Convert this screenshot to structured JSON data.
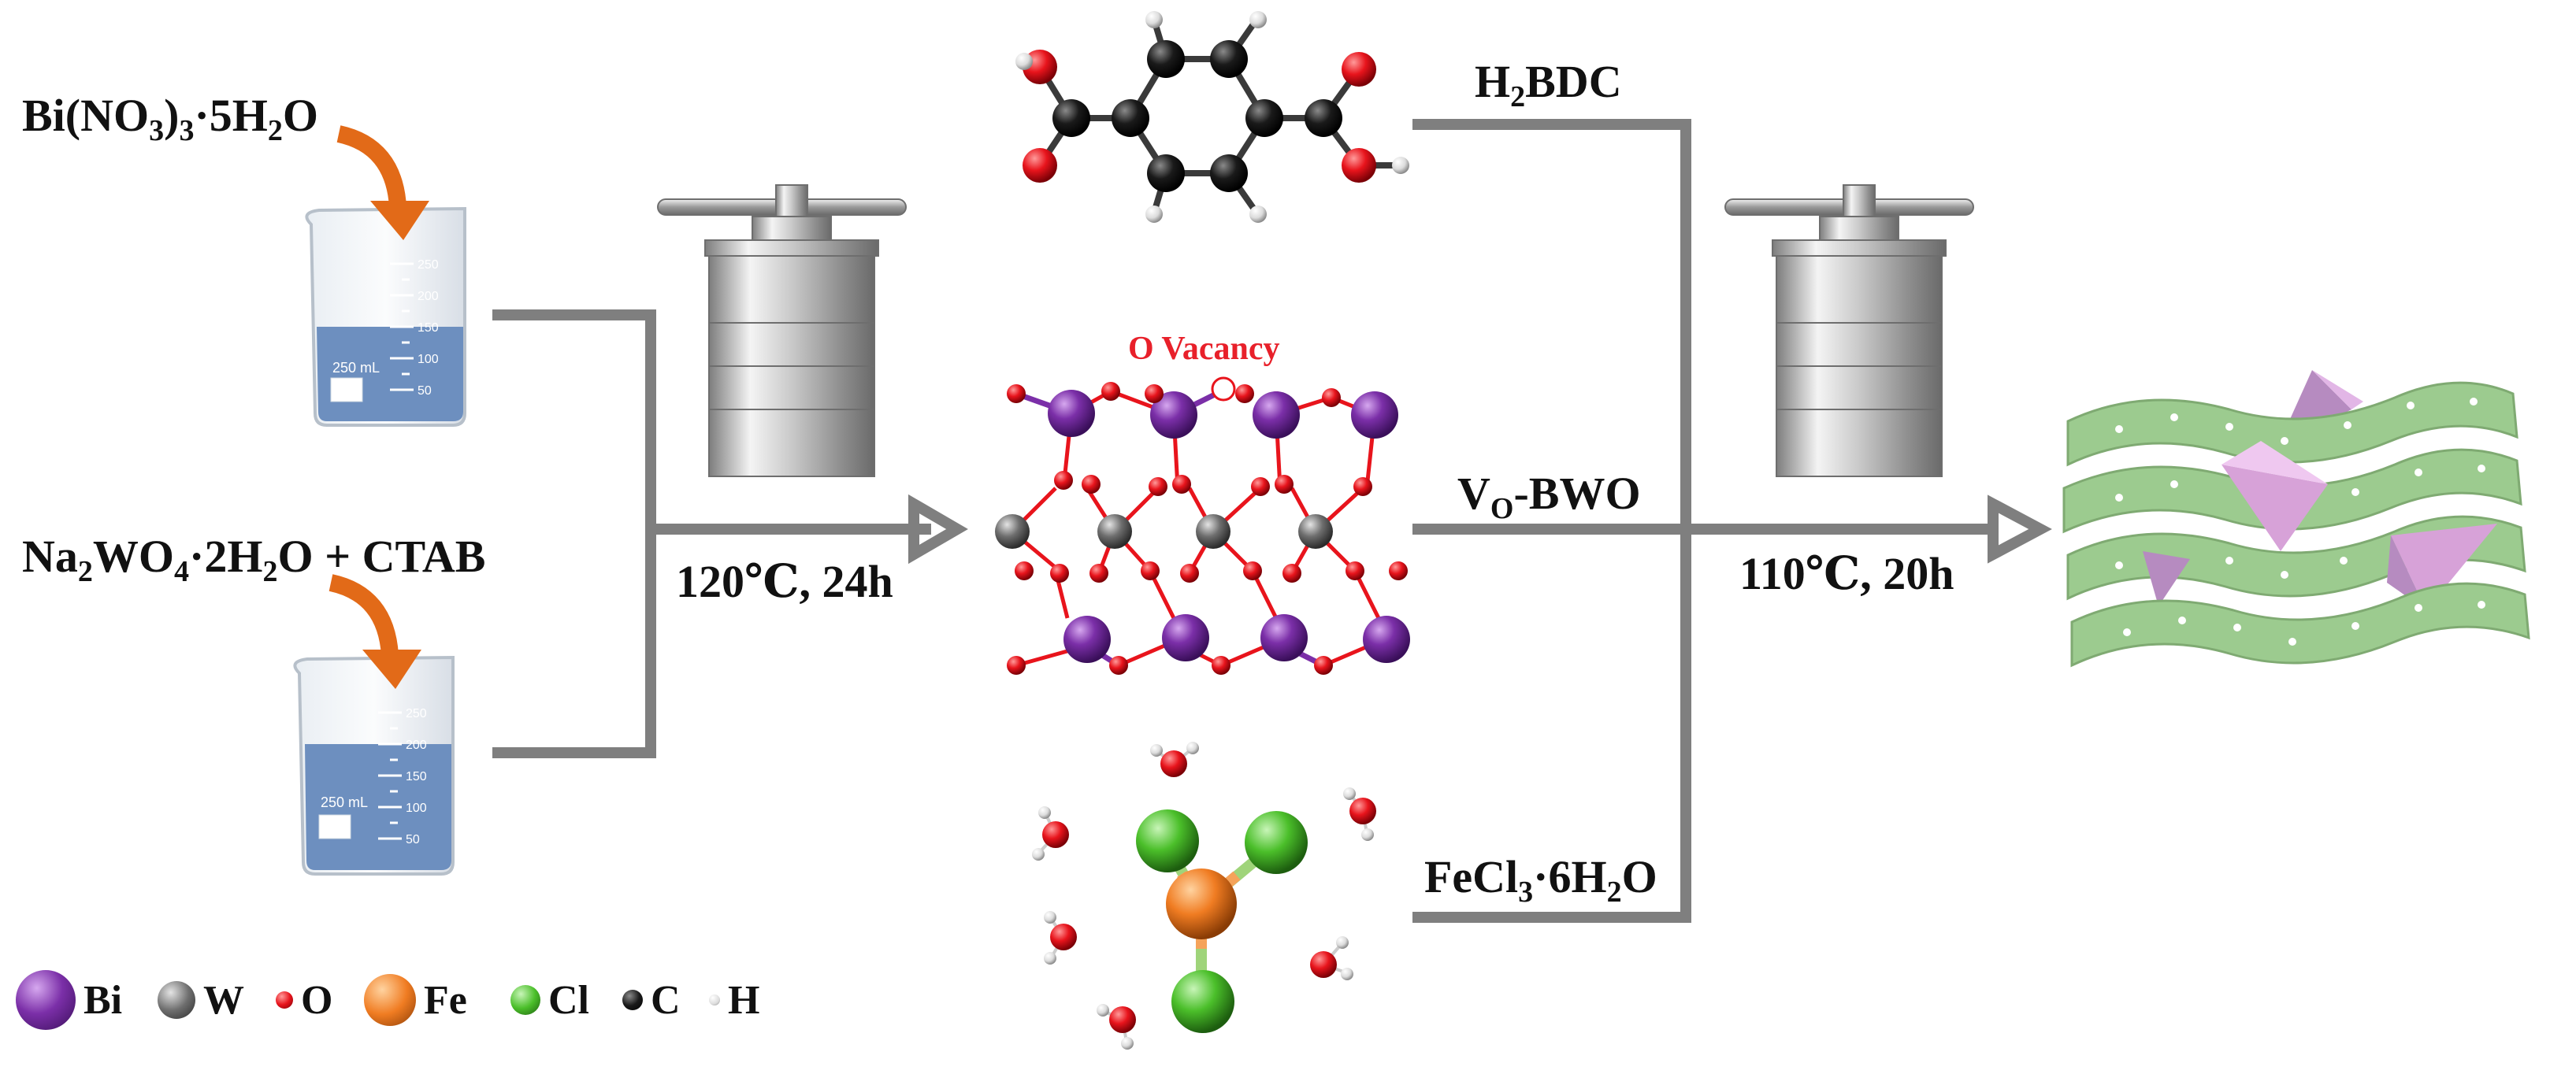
{
  "labels": {
    "bi_nitrate": "Bi(NO3)3·5H2O",
    "na_tungstate": "Na2WO4·2H2O + CTAB",
    "step1_condition": "120℃, 24h",
    "o_vacancy": "O Vacancy",
    "h2bdc": "H2BDC",
    "vo_bwo": "VO-BWO",
    "fecl3": "FeCl3·6H2O",
    "step2_condition": "110℃, 20h"
  },
  "beakers": [
    {
      "volume_label": "250 mL",
      "ticks": [
        "250",
        "200",
        "150",
        "100",
        "50"
      ]
    },
    {
      "volume_label": "250 mL",
      "ticks": [
        "250",
        "200",
        "150",
        "100",
        "50"
      ]
    }
  ],
  "legend": [
    {
      "symbol": "Bi",
      "color": "#7b2fa8",
      "size": "large"
    },
    {
      "symbol": "W",
      "color": "#6e6e6e",
      "size": "medium"
    },
    {
      "symbol": "O",
      "color": "#e8141c",
      "size": "small"
    },
    {
      "symbol": "Fe",
      "color": "#f07c22",
      "size": "large"
    },
    {
      "symbol": "Cl",
      "color": "#4bbf2a",
      "size": "medium"
    },
    {
      "symbol": "C",
      "color": "#111111",
      "size": "small"
    },
    {
      "symbol": "H",
      "color": "#d8d8d8",
      "size": "tiny"
    }
  ],
  "colors": {
    "arrow_gray": "#7f7f7f",
    "liquid": "#6d8fbf",
    "sheet_green": "#9ccb8f",
    "crystal_pink": "#d7a2d8",
    "pour_arrow": "#e26a18"
  }
}
